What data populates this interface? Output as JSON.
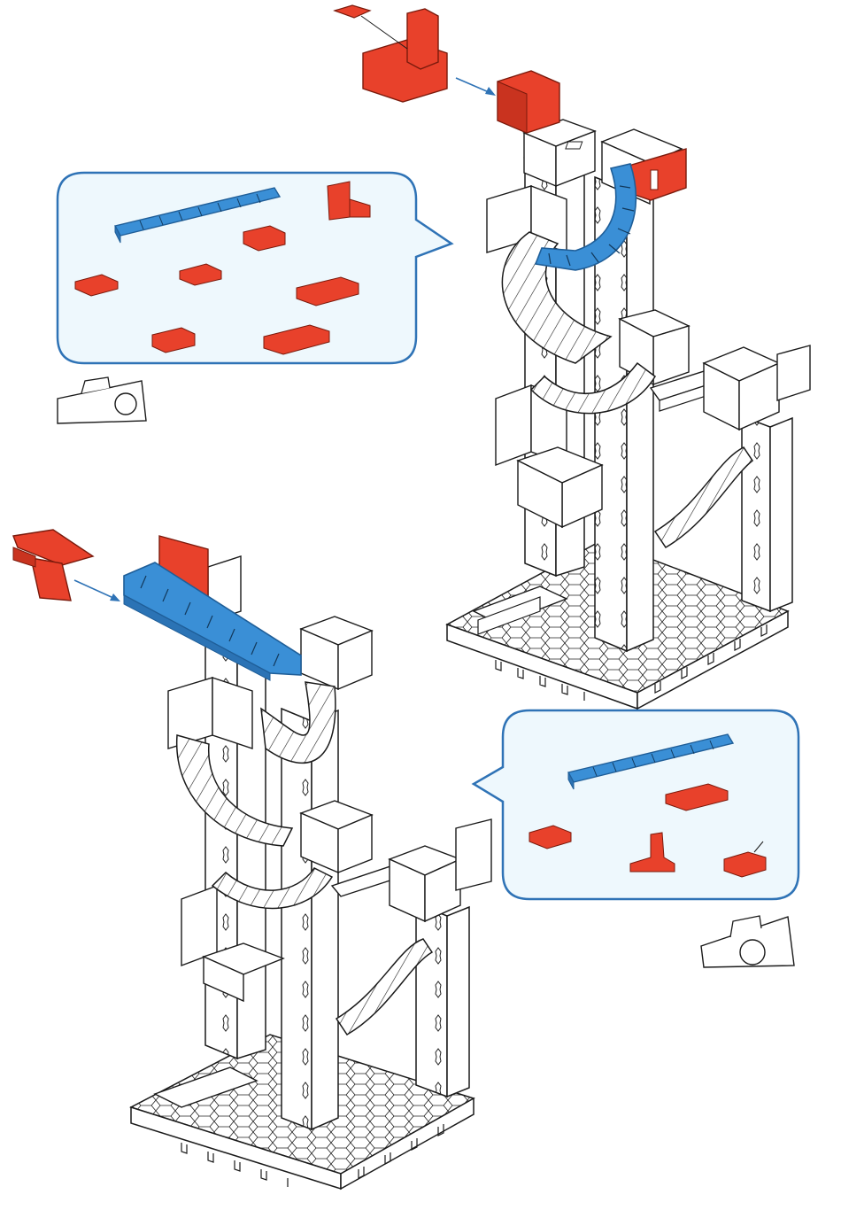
{
  "title": "",
  "steps": [
    {
      "id": "step-top",
      "parts_bubble": {
        "parts": [
          {
            "name": "straight-rail",
            "color": "blue"
          },
          {
            "name": "angle-bracket",
            "color": "red"
          },
          {
            "name": "double-clip-block",
            "color": "red"
          },
          {
            "name": "small-stud-plate",
            "color": "red"
          },
          {
            "name": "small-stud-plate",
            "color": "red"
          },
          {
            "name": "long-stud-plate",
            "color": "red"
          },
          {
            "name": "slotted-block",
            "color": "red"
          },
          {
            "name": "long-slotted-plate",
            "color": "red"
          }
        ]
      },
      "instruction_icon": "puzzle-piece-icon",
      "added_parts": [
        "red-corner-block-pair",
        "blue-curved-rail"
      ]
    },
    {
      "id": "step-bottom",
      "parts_bubble": {
        "parts": [
          {
            "name": "straight-rail",
            "color": "blue"
          },
          {
            "name": "long-stud-plate",
            "color": "red"
          },
          {
            "name": "small-stud-block",
            "color": "red"
          },
          {
            "name": "angle-bracket",
            "color": "red"
          },
          {
            "name": "slotted-block",
            "color": "red"
          }
        ]
      },
      "instruction_icon": "puzzle-piece-icon",
      "added_parts": [
        "red-slope-block",
        "blue-straight-rail",
        "red-end-plate"
      ]
    }
  ],
  "colors": {
    "part_red": "#e8412b",
    "part_red_dark": "#b22a17",
    "part_blue": "#3a8fd6",
    "part_blue_dark": "#1f5e98",
    "bubble_fill": "#eef8fd",
    "bubble_stroke": "#2f73b6",
    "line": "#1a1a1a",
    "white": "#ffffff"
  }
}
